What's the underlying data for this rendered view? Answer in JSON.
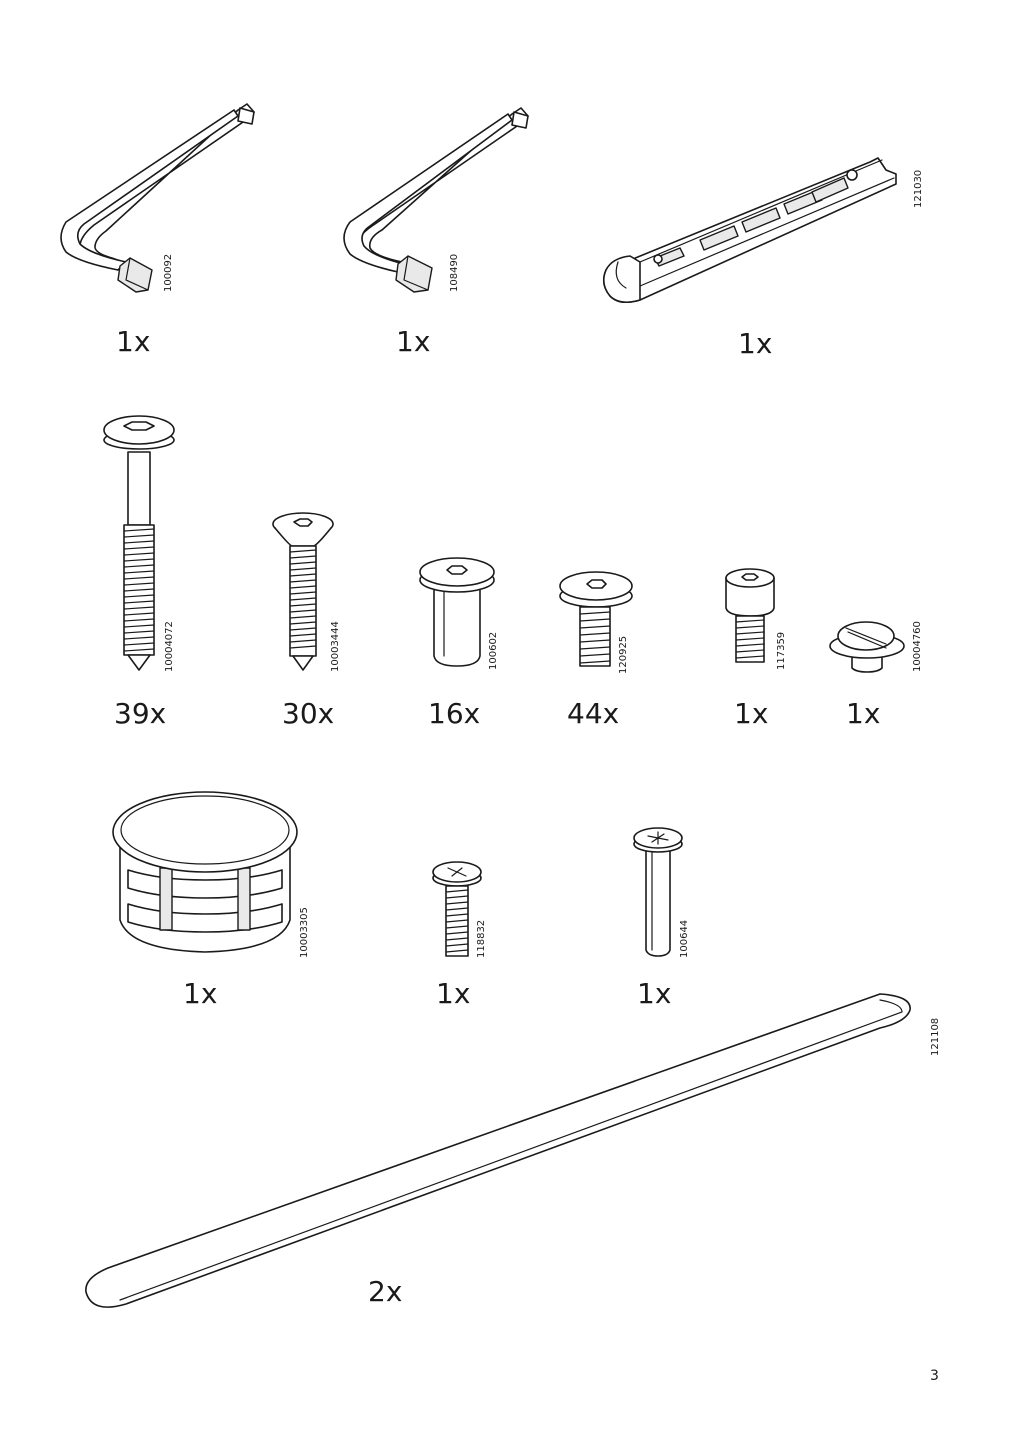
{
  "page": {
    "number": "3"
  },
  "parts": [
    {
      "id": "hex-key-100092",
      "part_no": "100092",
      "qty": "1x"
    },
    {
      "id": "hex-key-108490",
      "part_no": "108490",
      "qty": "1x"
    },
    {
      "id": "hinge-jig-121030",
      "part_no": "121030",
      "qty": "1x"
    },
    {
      "id": "bolt-long-10004072",
      "part_no": "10004072",
      "qty": "39x"
    },
    {
      "id": "screw-countersunk-10003444",
      "part_no": "10003444",
      "qty": "30x"
    },
    {
      "id": "barrel-nut-100602",
      "part_no": "100602",
      "qty": "16x"
    },
    {
      "id": "bolt-short-120925",
      "part_no": "120925",
      "qty": "44x"
    },
    {
      "id": "socket-screw-117359",
      "part_no": "117359",
      "qty": "1x"
    },
    {
      "id": "cam-screw-10004760",
      "part_no": "10004760",
      "qty": "1x"
    },
    {
      "id": "foot-cap-10003305",
      "part_no": "10003305",
      "qty": "1x"
    },
    {
      "id": "screw-phillips-118832",
      "part_no": "118832",
      "qty": "1x"
    },
    {
      "id": "pin-100644",
      "part_no": "100644",
      "qty": "1x"
    },
    {
      "id": "strap-121108",
      "part_no": "121108",
      "qty": "2x"
    }
  ]
}
